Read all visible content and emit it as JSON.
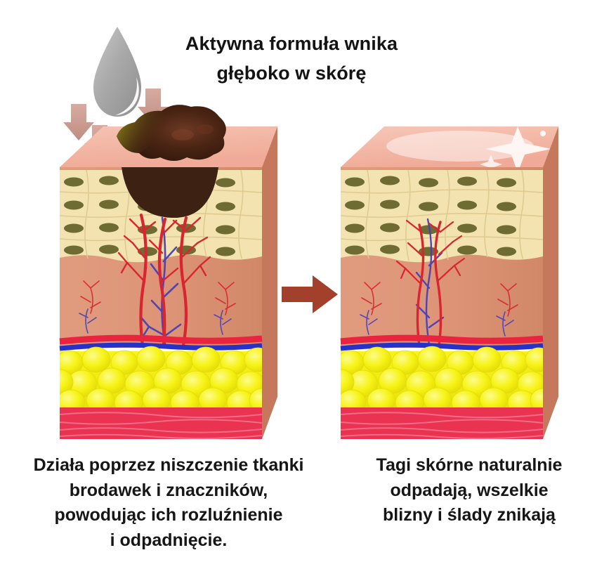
{
  "headline": {
    "line1": "Aktywna formuła wnika",
    "line2": "głęboko w skórę"
  },
  "captions": {
    "left": {
      "line1": "Działa poprzez niszczenie tkanki",
      "line2": "brodawek i znaczników,",
      "line3": "powodując ich rozluźnienie",
      "line4": "i odpadnięcie."
    },
    "right": {
      "line1": "Tagi skórne naturalnie",
      "line2": "odpadają, wszelkie",
      "line3": "blizny i ślady znikają"
    }
  },
  "icons": {
    "droplet": "serum-droplet-icon",
    "penetration_arrows": "down-arrow-icon",
    "transition_arrow": "right-arrow-icon",
    "sparkle": "sparkle-shine-icon"
  },
  "panels": {
    "before": {
      "name": "skin-block-before",
      "state": "damaged",
      "lesion": "wart-skin-tag-lesion",
      "lesion_root": "lesion-root-crater"
    },
    "after": {
      "name": "skin-block-after",
      "state": "healthy",
      "shine": "glossy-highlight"
    }
  },
  "layers": [
    {
      "key": "surface",
      "label": "skin-surface-top-face",
      "color": "#f3b6a4"
    },
    {
      "key": "epidermis",
      "label": "epidermis-cell-layer",
      "color": "#f2e3b0"
    },
    {
      "key": "nucleus",
      "label": "cell-nucleus",
      "color": "#6e6b33"
    },
    {
      "key": "dermis",
      "label": "dermis-layer",
      "color": "#dd9476"
    },
    {
      "key": "artery",
      "label": "artery-band",
      "color": "#e8243f"
    },
    {
      "key": "vein",
      "label": "vein-band",
      "color": "#2730c9"
    },
    {
      "key": "fat",
      "label": "subcutaneous-fat-layer",
      "color": "#f3ec11"
    },
    {
      "key": "muscle",
      "label": "muscle-layer",
      "color": "#ea3350"
    }
  ],
  "colors": {
    "background": "#ffffff",
    "text": "#141414",
    "transition_arrow": "#a2402c",
    "penetration_arrow": "#cb9c92",
    "droplet": "#a8a8a8",
    "lesion_dark": "#34190e",
    "lesion_olive": "#8d8f18",
    "vessel_red": "#d9252f",
    "vessel_blue": "#4a3fb5"
  }
}
